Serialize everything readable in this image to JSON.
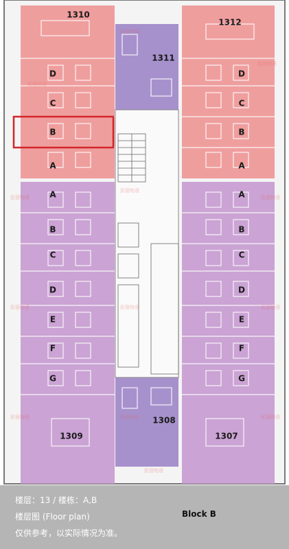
{
  "rooms": {
    "r1310": "1310",
    "r1311": "1311",
    "r1312": "1312",
    "r1309": "1309",
    "r1308": "1308",
    "r1307": "1307"
  },
  "left_top_units": [
    "D",
    "C",
    "B",
    "A"
  ],
  "left_bottom_units": [
    "A",
    "B",
    "C",
    "D",
    "E",
    "F",
    "G"
  ],
  "right_top_units": [
    "D",
    "C",
    "B",
    "A"
  ],
  "right_bottom_units": [
    "A",
    "B",
    "C",
    "D",
    "E",
    "F",
    "G"
  ],
  "watermark": "民宿物语",
  "caption": {
    "floor_line": "楼层：13 / 楼栋：A,B",
    "plan_line": "楼层图 (Floor plan)",
    "disclaimer": "仅供参考，以实际情况为准。",
    "block": "Block B"
  },
  "colors": {
    "red_zone": "#ee9595",
    "purple_zone": "#c79ad0",
    "violet_zone": "#9f86c8",
    "highlight": "#d3262b"
  }
}
